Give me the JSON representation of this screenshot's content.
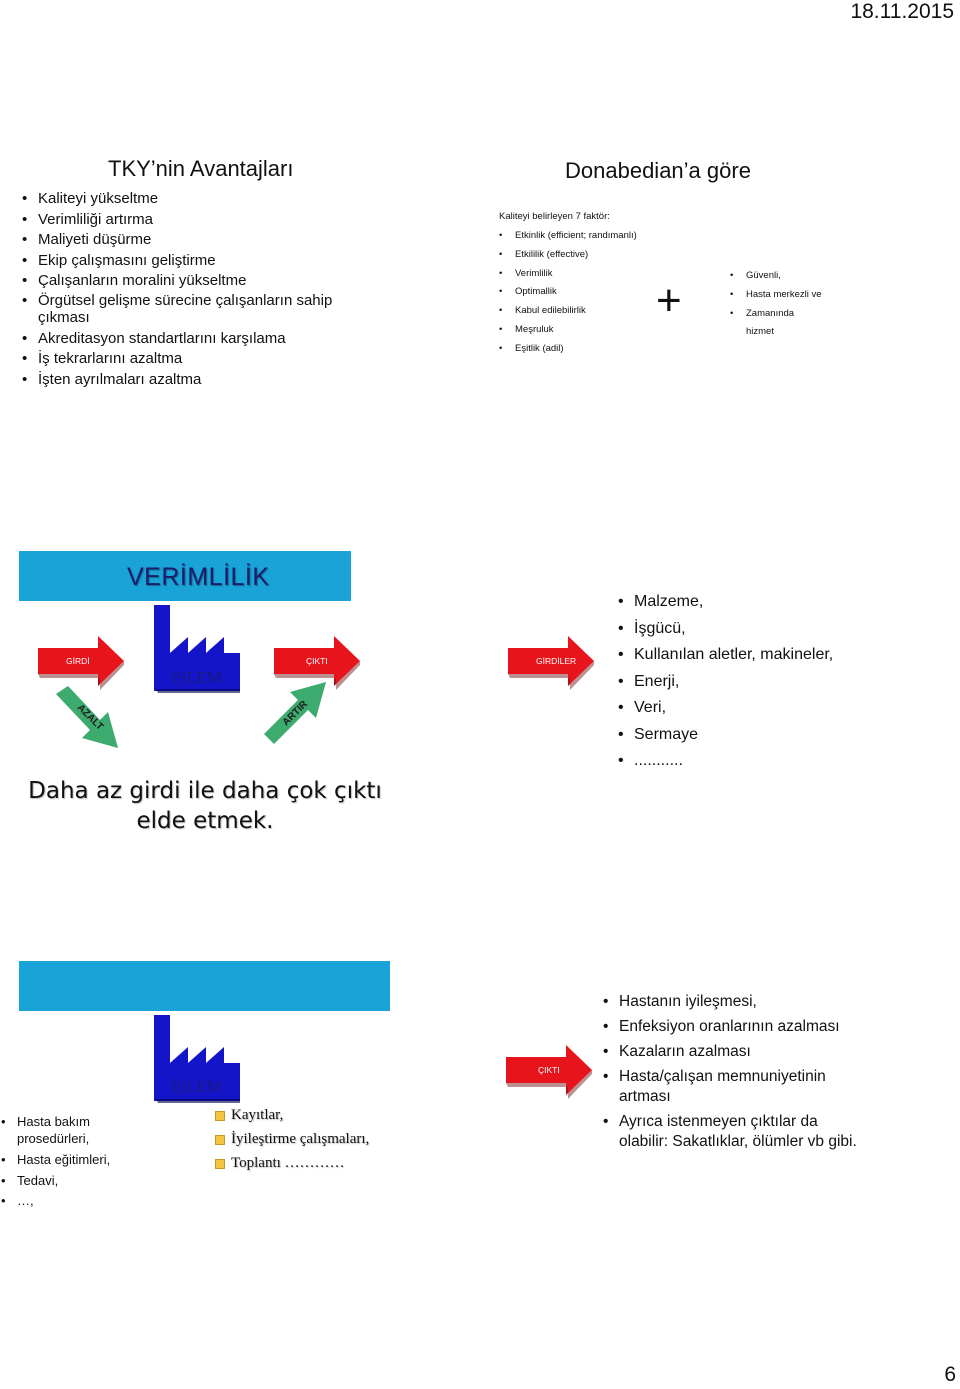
{
  "header": {
    "date": "18.11.2015"
  },
  "footer": {
    "page_number": "6"
  },
  "tky": {
    "title": "TKY’nin Avantajları",
    "items": [
      "Kaliteyi yükseltme",
      "Verimliliği artırma",
      "Maliyeti düşürme",
      "Ekip çalışmasını geliştirme",
      "Çalışanların moralini yükseltme",
      "Örgütsel gelişme sürecine çalışanların sahip çıkması",
      "Akreditasyon standartlarını karşılama",
      "İş tekrarlarını azaltma",
      "İşten ayrılmaları azaltma"
    ]
  },
  "donabedian": {
    "title": "Donabedian’a göre",
    "intro": "Kaliteyi belirleyen 7 faktör:",
    "factors": [
      "Etkinlik (efficient; randımanlı)",
      "Etkililik (effective)",
      "Verimlilik",
      "Optimallik",
      "Kabul edilebilirlik",
      "Meşruluk",
      "Eşitlik (adil)"
    ],
    "plus": "+",
    "extra": [
      "Güvenli,",
      "Hasta merkezli ve",
      "Zamanında",
      "hizmet"
    ]
  },
  "verimlilik": {
    "title": "VERİMLİLİK",
    "girdi_label": "GİRDİ",
    "islem_label": "İŞLEM",
    "cikti_label": "ÇIKTI",
    "azalt_label": "AZALT",
    "artir_label": "ARTIR",
    "motto_line1": "Daha az girdi ile daha çok çıktı",
    "motto_line2": "elde etmek.",
    "accent_color": "#1aa3d6",
    "arrow_color": "#e8141c",
    "green_color": "#3daa6e",
    "factory_color": "#1414c8"
  },
  "girdiler": {
    "label": "GİRDİLER",
    "items": [
      "Malzeme,",
      "İşgücü,",
      "Kullanılan aletler, makineler,",
      "Enerji,",
      "Veri,",
      "Sermaye",
      "..........."
    ]
  },
  "saglik": {
    "islem_label": "İŞLEM",
    "girdi_items": [
      "Hasta bakım prosedürleri,",
      "Hasta eğitimleri,",
      "Tedavi,",
      "…,"
    ],
    "islem_items": [
      "Kayıtlar,",
      "İyileştirme çalışmaları,",
      "Toplantı …………"
    ],
    "cikti_label": "ÇIKTI",
    "cikti_items": [
      "Hastanın iyileşmesi,",
      "Enfeksiyon oranlarının azalması",
      "Kazaların azalması",
      "Hasta/çalışan memnuniyetinin artması",
      "Ayrıca istenmeyen çıktılar da olabilir: Sakatlıklar, ölümler vb gibi."
    ]
  }
}
